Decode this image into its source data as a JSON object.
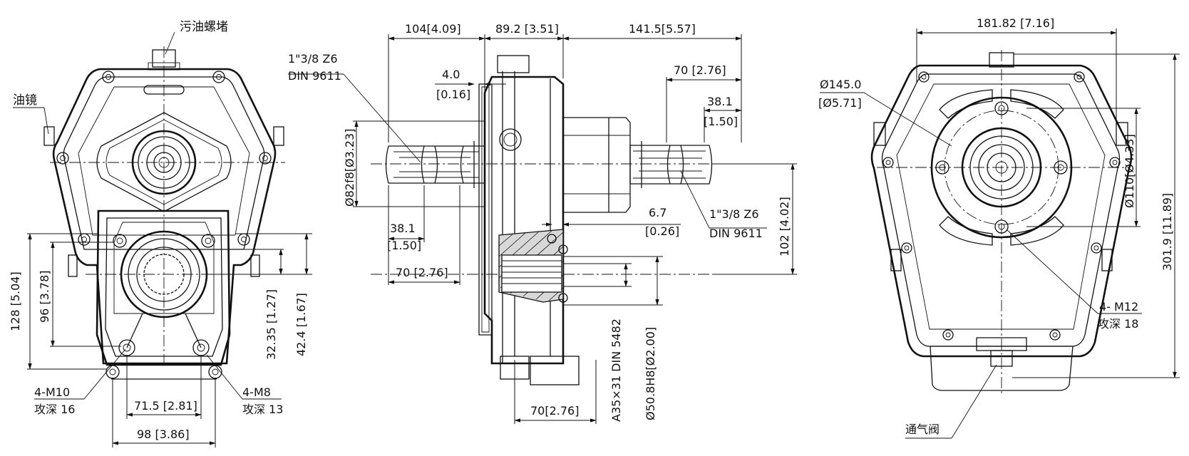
{
  "front_view": {
    "drain_plug_label": "污油螺堵",
    "sight_glass_label": "油镜",
    "dim_128": "128 [5.04]",
    "dim_96": "96 [3.78]",
    "dim_32_35": "32.35 [1.27]",
    "dim_42_4": "42.4 [1.67]",
    "dim_71_5": "71.5 [2.81]",
    "dim_98": "98 [3.86]",
    "thread_m10": "4-M10",
    "thread_m10_depth": "攻深 16",
    "thread_m8": "4-M8",
    "thread_m8_depth": "攻深 13"
  },
  "side_view": {
    "dim_104": "104[4.09]",
    "dim_89_2": "89.2 [3.51]",
    "dim_141_5": "141.5[5.57]",
    "spline_left_line1": "1\"3/8 Z6",
    "spline_left_line2": "DIN 9611",
    "dim_4_0": "4.0",
    "dim_4_0_in": "[0.16]",
    "dim_82": "Ø82f8[Ø3.23]",
    "dim_38_1_left": "38.1",
    "dim_38_1_left_in": "[1.50]",
    "dim_70_left": "70 [2.76]",
    "dim_70_right_top": "70 [2.76]",
    "dim_38_1_right": "38.1",
    "dim_38_1_right_in": "[1.50]",
    "dim_6_7": "6.7",
    "dim_6_7_in": "[0.26]",
    "spline_right_line1": "1\"3/8 Z6",
    "spline_right_line2": "DIN 9611",
    "dim_102": "102 [4.02]",
    "dim_70_bottom": "70[2.76]",
    "dim_a35": "A35×31 DIN 5482",
    "dim_50_8": "Ø50.8H8[Ø2.00]"
  },
  "rear_view": {
    "dim_181_82": "181.82 [7.16]",
    "dim_145": "Ø145.0",
    "dim_145_in": "[Ø5.71]",
    "dim_110": "Ø110[Ø4.33]",
    "dim_301_9": "301.9 [11.89]",
    "thread_m12": "4- M12",
    "thread_m12_depth": "攻深 18",
    "breather_label": "通气阀"
  }
}
